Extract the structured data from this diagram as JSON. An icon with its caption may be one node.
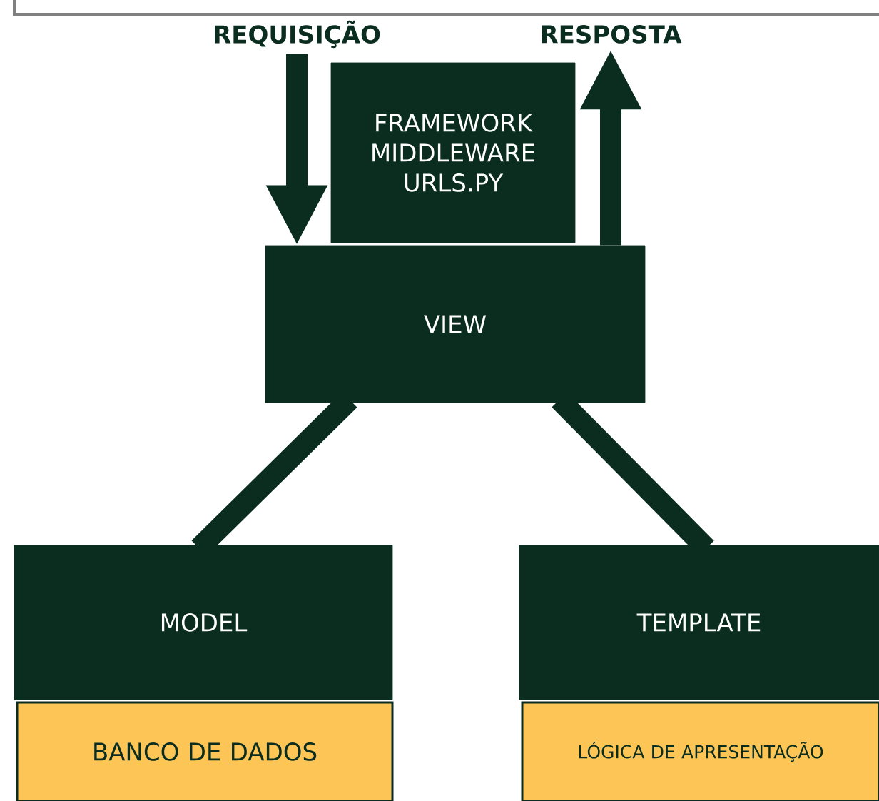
{
  "diagram": {
    "nodes": [
      {
        "text": [
          "REQUISIÇÃO"
        ]
      },
      {
        "text": [
          "RESPOSTA"
        ]
      },
      {
        "text": [
          "FRAMEWORK MIDDLEWARE URLS.PY"
        ]
      },
      {
        "text": [
          "VIEW"
        ]
      },
      {
        "text": [
          "MODEL"
        ]
      },
      {
        "text": [
          "BANCO DE DADOS"
        ]
      },
      {
        "text": [
          "TEMPLATE"
        ]
      },
      {
        "text": [
          "LÓGICA DE APRESENTAÇÃO"
        ]
      }
    ],
    "edges": [
      {
        "from": 0,
        "to": 3,
        "arrow": "to"
      },
      {
        "from": 3,
        "to": 1,
        "arrow": "to"
      },
      {
        "from": 3,
        "to": 4,
        "arrow": "none"
      },
      {
        "from": 3,
        "to": 6,
        "arrow": "none"
      }
    ]
  }
}
